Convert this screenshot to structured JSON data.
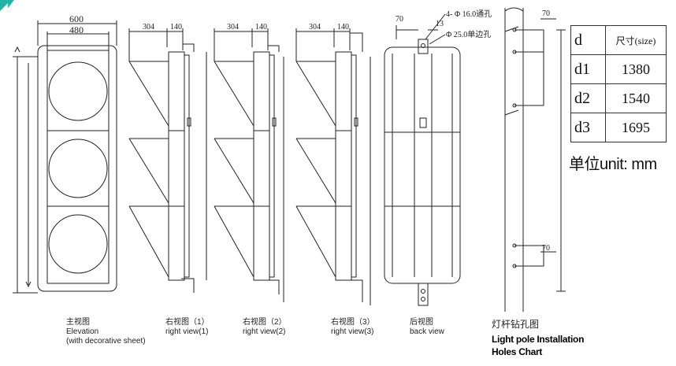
{
  "elevation": {
    "dim_outer": "600",
    "dim_inner": "480"
  },
  "side_dims": {
    "depth": "304",
    "width": "140"
  },
  "back_dims": {
    "left": "70",
    "right": "13"
  },
  "holes": {
    "through": "4- Φ 16.0通孔",
    "single": "Φ 25.0单边孔",
    "spacing_top": "70",
    "spacing_bottom": "70"
  },
  "captions": {
    "elevation": {
      "cn": "主视图",
      "en": "Elevation",
      "note": "(with decorative sheet)"
    },
    "right1": {
      "cn": "右视图（1）",
      "en": "right view(1)"
    },
    "right2": {
      "cn": "右视图（2）",
      "en": "right view(2)"
    },
    "right3": {
      "cn": "右视图（3）",
      "en": "right view(3)"
    },
    "back": {
      "cn": "后视图",
      "en": "back view"
    },
    "pole": {
      "cn": "灯杆钻孔图",
      "en1": "Light pole Installation",
      "en2": "Holes Chart"
    }
  },
  "size_table": {
    "header_key": "d",
    "header_value": "尺寸(size)",
    "rows": [
      {
        "key": "d1",
        "value": "1380"
      },
      {
        "key": "d2",
        "value": "1540"
      },
      {
        "key": "d3",
        "value": "1695"
      }
    ]
  },
  "unit_label": "单位unit: mm"
}
